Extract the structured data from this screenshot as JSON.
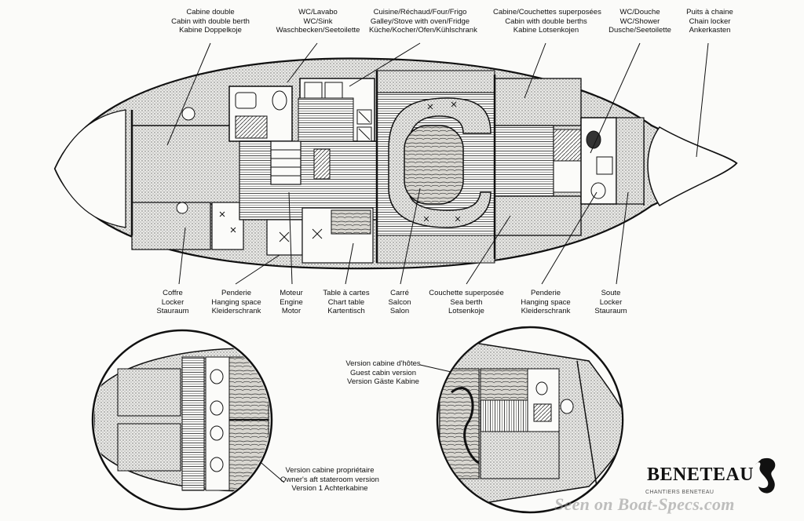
{
  "labels": {
    "cabin_double": [
      "Cabine double",
      "Cabin with double berth",
      "Kabine Doppelkoje"
    ],
    "wc_sink": [
      "WC/Lavabo",
      "WC/Sink",
      "Waschbecken/Seetoilette"
    ],
    "galley": [
      "Cuisine/Réchaud/Four/Frigo",
      "Galley/Stove with oven/Fridge",
      "Küche/Kocher/Ofen/Kühlschrank"
    ],
    "cabin_bunks": [
      "Cabine/Couchettes superposées",
      "Cabin with double berths",
      "Kabine Lotsenkojen"
    ],
    "wc_shower": [
      "WC/Douche",
      "WC/Shower",
      "Dusche/Seetoilette"
    ],
    "chain_locker": [
      "Puits à chaine",
      "Chain locker",
      "Ankerkasten"
    ],
    "locker_aft": [
      "Coffre",
      "Locker",
      "Stauraum"
    ],
    "hanging_aft": [
      "Penderie",
      "Hanging space",
      "Kleiderschrank"
    ],
    "engine": [
      "Moteur",
      "Engine",
      "Motor"
    ],
    "chart_table": [
      "Table à cartes",
      "Chart table",
      "Kartentisch"
    ],
    "salon": [
      "Carré",
      "Salcon",
      "Salon"
    ],
    "sea_berth": [
      "Couchette superposée",
      "Sea berth",
      "Lotsenkoje"
    ],
    "hanging_fwd": [
      "Penderie",
      "Hanging space",
      "Kleiderschrank"
    ],
    "locker_fwd": [
      "Soute",
      "Locker",
      "Stauraum"
    ],
    "guest_version": [
      "Version cabine d'hôtes",
      "Guest cabin version",
      "Version Gäste Kabine"
    ],
    "owner_version": [
      "Version cabine propriétaire",
      "Owner's aft stateroom version",
      "Version 1 Achterkabine"
    ]
  },
  "brand": {
    "name": "BENETEAU",
    "subtitle": "CHANTIERS BENETEAU",
    "seal": "seahorse-logo"
  },
  "watermark": "Seen on Boat-Specs.com",
  "colors": {
    "ink": "#111111",
    "paper": "#fbfbf9",
    "stipple": "#8a8a8a"
  }
}
